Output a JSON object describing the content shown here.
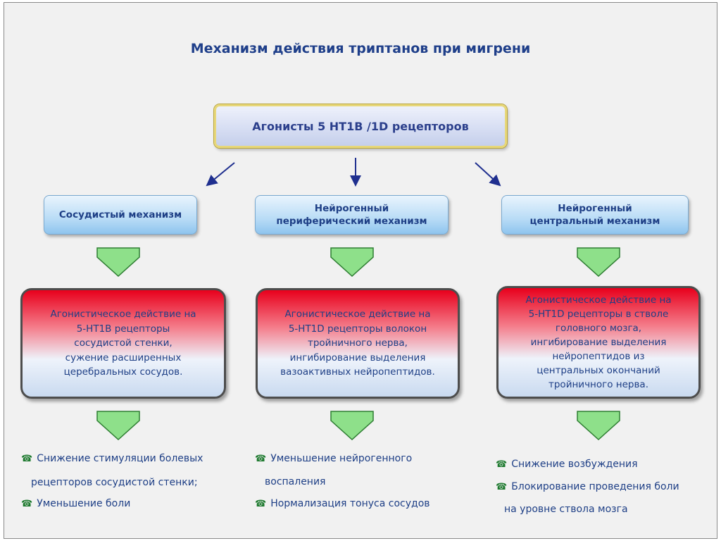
{
  "title": "Механизм действия триптанов при мигрени",
  "top_box": "Агонисты 5 НТ1В /1D рецепторов",
  "mechanisms": [
    {
      "label": "Сосудистый механизм"
    },
    {
      "label": "Нейрогенный\nпериферический механизм"
    },
    {
      "label": "Нейрогенный\nцентральный механизм"
    }
  ],
  "actions": [
    {
      "text": "Агонистическое действие на\n5-НТ1В  рецепторы\nсосудистой стенки,\nсужение расширенных\nцеребральных сосудов."
    },
    {
      "text": "Агонистическое действие на\n5-НТ1D  рецепторы волокон\nтройничного нерва,\nингибирование выделения\nвазоактивных нейропептидов."
    },
    {
      "text": "Агонистическое действие на\n5-НТ1D  рецепторы в стволе\nголовного мозга,\nингибирование выделения\nнейропептидов из\nцентральных окончаний\nтройничного нерва."
    }
  ],
  "effects": {
    "col1": [
      {
        "icon": "phone-bullet-icon",
        "line1": "Снижение стимуляции болевых",
        "line2": "рецепторов сосудистой стенки;"
      },
      {
        "icon": "phone-bullet-icon",
        "line1": "Уменьшение боли"
      }
    ],
    "col2": [
      {
        "icon": "phone-bullet-icon",
        "line1": "Уменьшение нейрогенного",
        "line2": "воспаления"
      },
      {
        "icon": "phone-bullet-icon",
        "line1": "Нормализация тонуса сосудов"
      }
    ],
    "col3": [
      {
        "icon": "phone-bullet-icon",
        "line1": "Снижение возбуждения"
      },
      {
        "icon": "phone-bullet-icon",
        "line1": "Блокирование проведения боли",
        "line2": "на уровне ствола мозга"
      }
    ]
  },
  "colors": {
    "title": "#1f3f8a",
    "text": "#1e3f86",
    "arrow": "#1f2f8f",
    "chevron_fill": "#8ee08a",
    "chevron_stroke": "#2e7d32",
    "action_top": "#e8001c"
  }
}
